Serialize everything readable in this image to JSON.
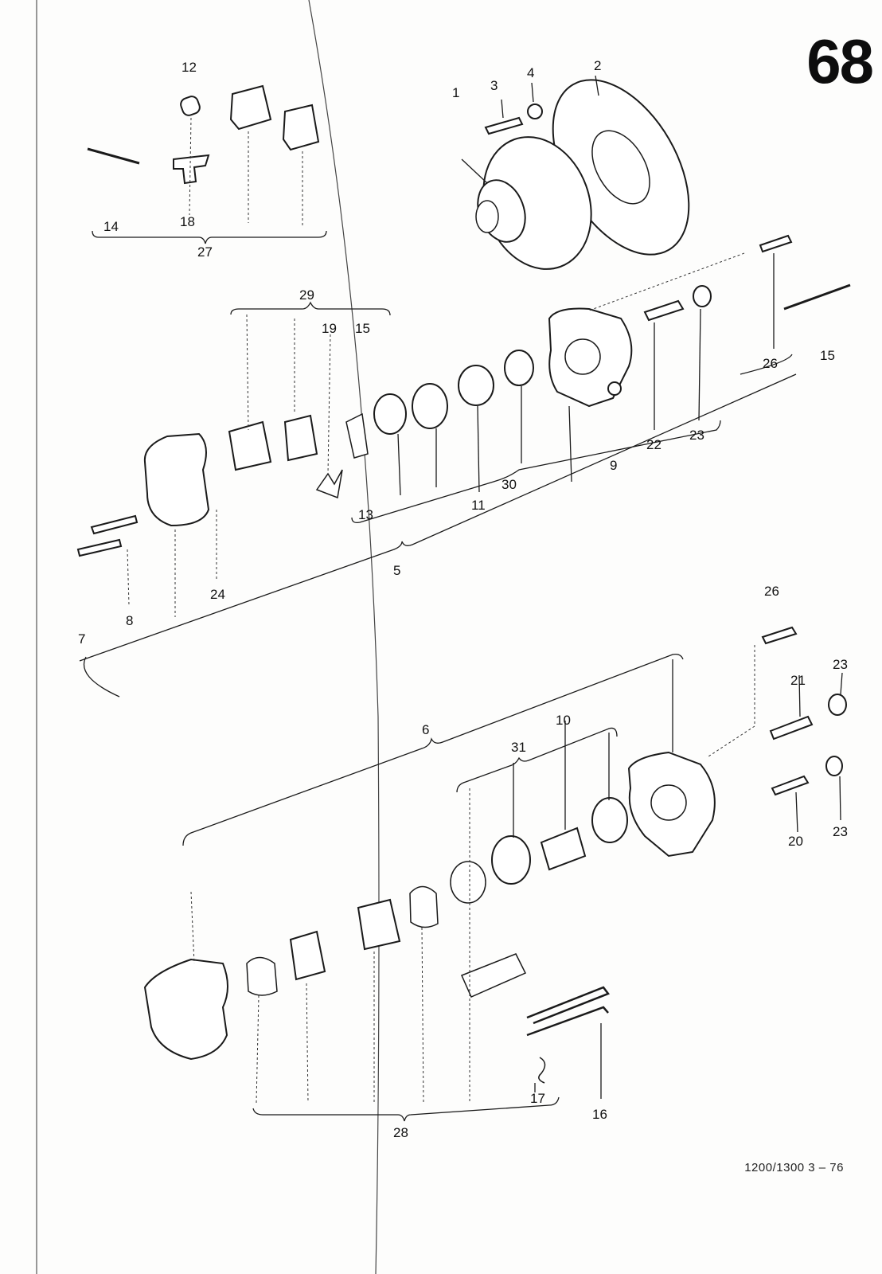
{
  "page_number": "68",
  "footer_code": "1200/1300  3 – 76",
  "callouts": [
    "1",
    "2",
    "3",
    "4",
    "5",
    "6",
    "7",
    "8",
    "9",
    "10",
    "11",
    "12",
    "13",
    "14",
    "15",
    "15",
    "16",
    "17",
    "18",
    "19",
    "20",
    "21",
    "22",
    "23",
    "23",
    "23",
    "24",
    "26",
    "26",
    "27",
    "28",
    "29",
    "30",
    "31"
  ],
  "colors": {
    "ink": "#1a1a1a",
    "paper": "#fdfdfc"
  }
}
